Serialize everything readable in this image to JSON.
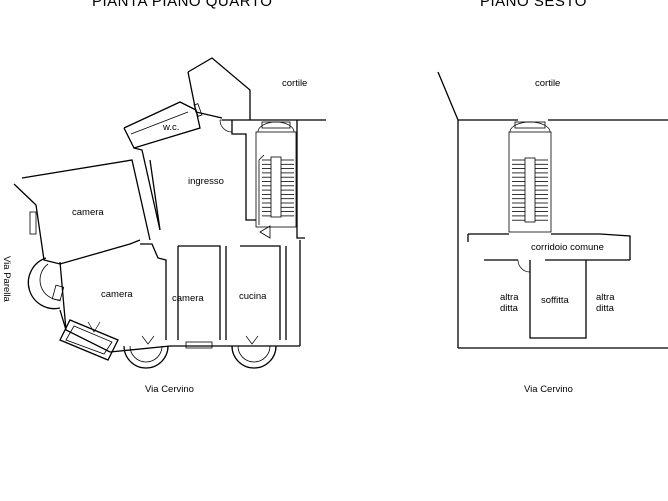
{
  "titles": {
    "left": "PIANTA PIANO QUARTO",
    "right": "PIANO SESTO"
  },
  "left_plan": {
    "rooms": {
      "cortile": "cortile",
      "wc": "w.c.",
      "ingresso": "ingresso",
      "camera_1": "camera",
      "camera_2": "camera",
      "camera_3": "camera",
      "cucina": "cucina"
    },
    "streets": {
      "side": "Via Parella",
      "bottom": "Via Cervino"
    }
  },
  "right_plan": {
    "rooms": {
      "cortile": "cortile",
      "corridoio": "corridoio comune",
      "altra_ditta_left": [
        "altra",
        "ditta"
      ],
      "soffitta": "soffitta",
      "altra_ditta_right": [
        "altra",
        "ditta"
      ]
    },
    "streets": {
      "bottom": "Via Cervino"
    }
  }
}
